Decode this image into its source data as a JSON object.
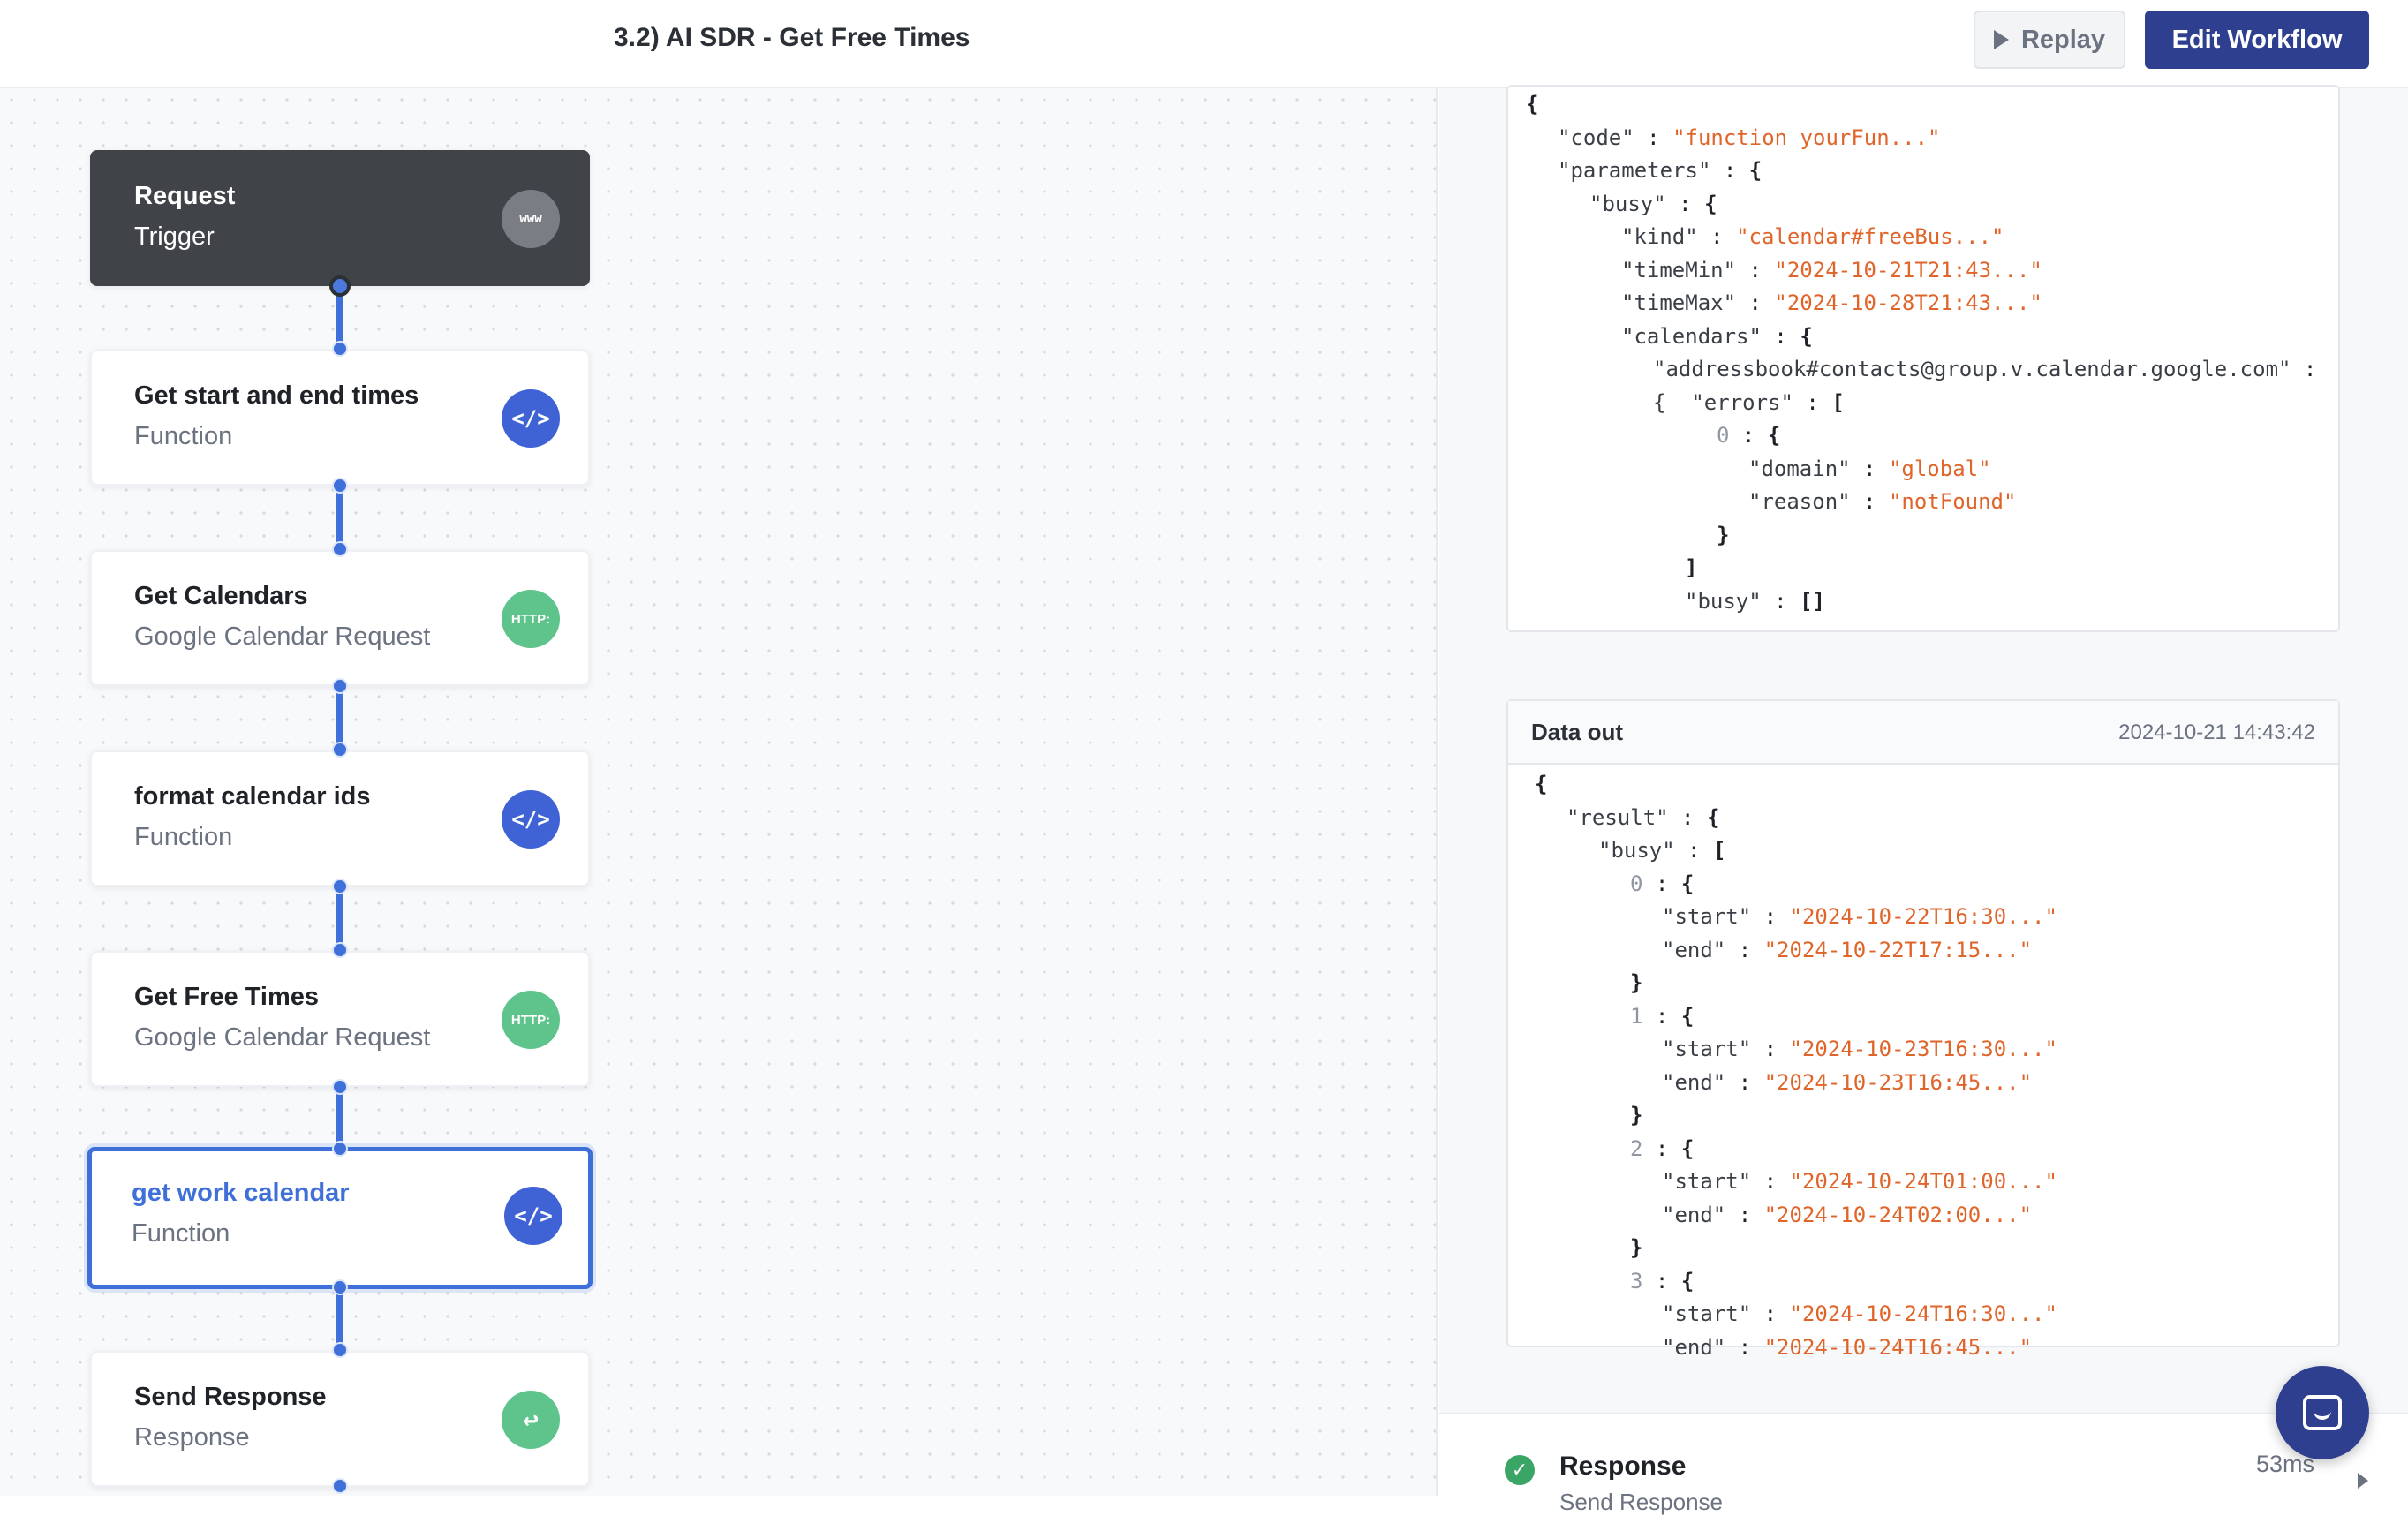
{
  "header": {
    "title": "3.2) AI SDR - Get Free Times",
    "replay_label": "Replay",
    "edit_label": "Edit Workflow"
  },
  "nodes": [
    {
      "title": "Request",
      "subtitle": "Trigger",
      "icon": "www-icon",
      "icon_text": "www"
    },
    {
      "title": "Get start and end times",
      "subtitle": "Function",
      "icon": "code-icon",
      "icon_text": "</>"
    },
    {
      "title": "Get Calendars",
      "subtitle": "Google Calendar Request",
      "icon": "http-icon",
      "icon_text": "HTTP:"
    },
    {
      "title": "format calendar ids",
      "subtitle": "Function",
      "icon": "code-icon",
      "icon_text": "</>"
    },
    {
      "title": "Get Free Times",
      "subtitle": "Google Calendar Request",
      "icon": "http-icon",
      "icon_text": "HTTP:"
    },
    {
      "title": "get work calendar",
      "subtitle": "Function",
      "icon": "code-icon",
      "icon_text": "</>"
    },
    {
      "title": "Send Response",
      "subtitle": "Response",
      "icon": "reply-icon",
      "icon_text": "↩"
    }
  ],
  "data_in": {
    "lines": [
      {
        "indent": 0,
        "key": "",
        "value": "{",
        "type": "plain"
      },
      {
        "indent": 1,
        "key": "\"code\"",
        "value": "\"function yourFun...\"",
        "type": "string"
      },
      {
        "indent": 1,
        "key": "\"parameters\"",
        "value": "{",
        "type": "plain"
      },
      {
        "indent": 2,
        "key": "\"busy\"",
        "value": "{",
        "type": "plain"
      },
      {
        "indent": 3,
        "key": "\"kind\"",
        "value": "\"calendar#freeBus...\"",
        "type": "string"
      },
      {
        "indent": 3,
        "key": "\"timeMin\"",
        "value": "\"2024-10-21T21:43...\"",
        "type": "string"
      },
      {
        "indent": 3,
        "key": "\"timeMax\"",
        "value": "\"2024-10-28T21:43...\"",
        "type": "string"
      },
      {
        "indent": 3,
        "key": "\"calendars\"",
        "value": "{",
        "type": "plain"
      },
      {
        "indent": 4,
        "key": "\"addressbook#contacts@group.v.calendar.google.com\"",
        "value": "",
        "type": "keyonly"
      },
      {
        "indent": 4,
        "key": "{  \"errors\"",
        "value": "[",
        "type": "plain"
      },
      {
        "indent": 6,
        "key": "0",
        "value": "{",
        "type": "index"
      },
      {
        "indent": 7,
        "key": "\"domain\"",
        "value": "\"global\"",
        "type": "string"
      },
      {
        "indent": 7,
        "key": "\"reason\"",
        "value": "\"notFound\"",
        "type": "string"
      },
      {
        "indent": 6,
        "key": "",
        "value": "}",
        "type": "plain"
      },
      {
        "indent": 5,
        "key": "",
        "value": "]",
        "type": "plain"
      },
      {
        "indent": 5,
        "key": "\"busy\"",
        "value": "[]",
        "type": "plain"
      }
    ]
  },
  "data_out": {
    "label": "Data out",
    "timestamp": "2024-10-21 14:43:42",
    "lines": [
      {
        "indent": 0,
        "key": "",
        "value": "{",
        "type": "plain"
      },
      {
        "indent": 1,
        "key": "\"result\"",
        "value": "{",
        "type": "plain"
      },
      {
        "indent": 2,
        "key": "\"busy\"",
        "value": "[",
        "type": "plain"
      },
      {
        "indent": 3,
        "key": "0",
        "value": "{",
        "type": "index"
      },
      {
        "indent": 4,
        "key": "\"start\"",
        "value": "\"2024-10-22T16:30...\"",
        "type": "string"
      },
      {
        "indent": 4,
        "key": "\"end\"",
        "value": "\"2024-10-22T17:15...\"",
        "type": "string"
      },
      {
        "indent": 3,
        "key": "",
        "value": "}",
        "type": "plain"
      },
      {
        "indent": 3,
        "key": "1",
        "value": "{",
        "type": "index"
      },
      {
        "indent": 4,
        "key": "\"start\"",
        "value": "\"2024-10-23T16:30...\"",
        "type": "string"
      },
      {
        "indent": 4,
        "key": "\"end\"",
        "value": "\"2024-10-23T16:45...\"",
        "type": "string"
      },
      {
        "indent": 3,
        "key": "",
        "value": "}",
        "type": "plain"
      },
      {
        "indent": 3,
        "key": "2",
        "value": "{",
        "type": "index"
      },
      {
        "indent": 4,
        "key": "\"start\"",
        "value": "\"2024-10-24T01:00...\"",
        "type": "string"
      },
      {
        "indent": 4,
        "key": "\"end\"",
        "value": "\"2024-10-24T02:00...\"",
        "type": "string"
      },
      {
        "indent": 3,
        "key": "",
        "value": "}",
        "type": "plain"
      },
      {
        "indent": 3,
        "key": "3",
        "value": "{",
        "type": "index"
      },
      {
        "indent": 4,
        "key": "\"start\"",
        "value": "\"2024-10-24T16:30...\"",
        "type": "string"
      },
      {
        "indent": 4,
        "key": "\"end\"",
        "value": "\"2024-10-24T16:45...\"",
        "type": "string"
      }
    ]
  },
  "response_step": {
    "title": "Response",
    "subtitle": "Send Response",
    "duration": "53ms"
  },
  "colors": {
    "accent": "#3f6fd8",
    "edit_button": "#2e3f8f",
    "string_value": "#e0652a",
    "success": "#3aa565"
  }
}
